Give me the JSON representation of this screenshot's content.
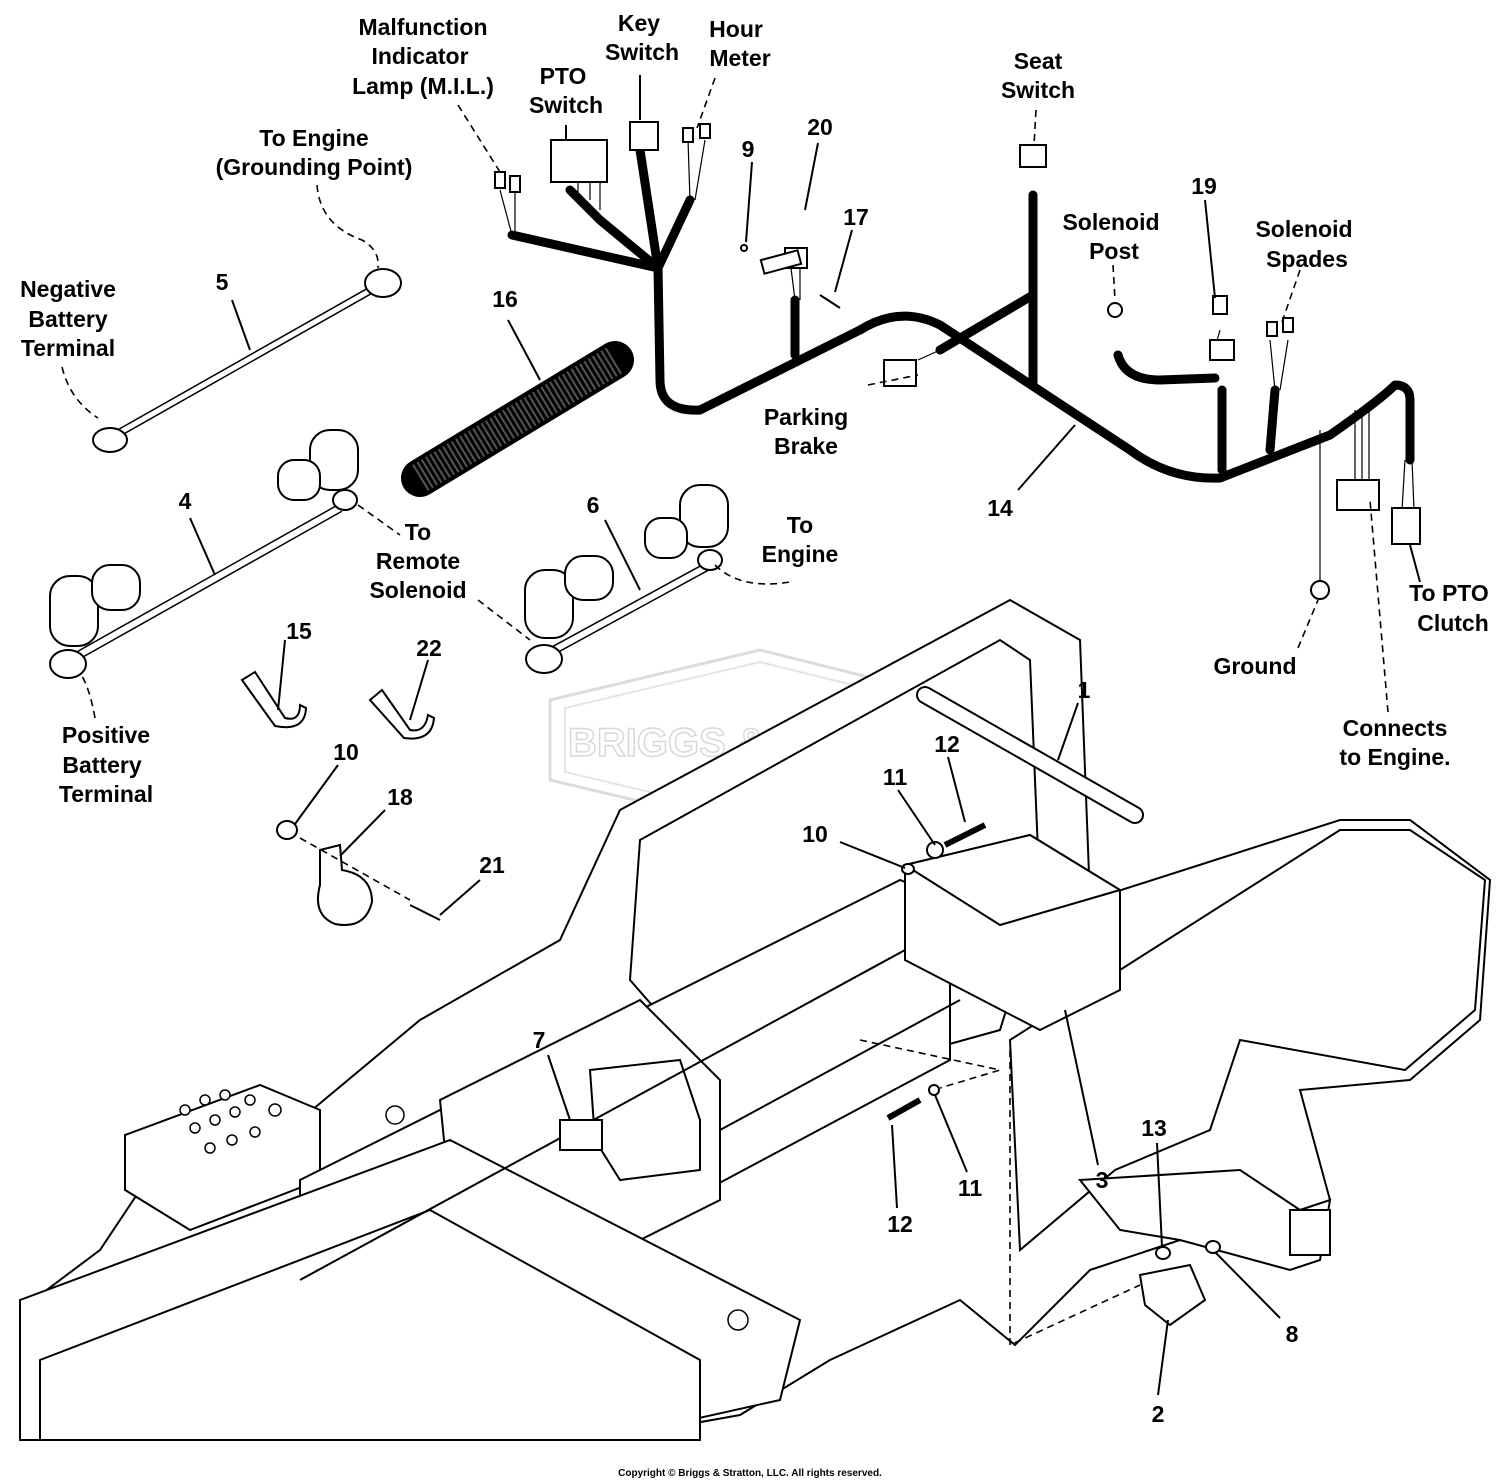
{
  "labels": {
    "mil_1": "Malfunction",
    "mil_2": "Indicator",
    "mil_3": "Lamp (M.I.L.)",
    "pto_switch_1": "PTO",
    "pto_switch_2": "Switch",
    "key_switch_1": "Key",
    "key_switch_2": "Switch",
    "hour_meter_1": "Hour",
    "hour_meter_2": "Meter",
    "seat_switch_1": "Seat",
    "seat_switch_2": "Switch",
    "to_engine_ground_1": "To Engine",
    "to_engine_ground_2": "(Grounding Point)",
    "neg_batt_1": "Negative",
    "neg_batt_2": "Battery",
    "neg_batt_3": "Terminal",
    "solenoid_post_1": "Solenoid",
    "solenoid_post_2": "Post",
    "solenoid_spades_1": "Solenoid",
    "solenoid_spades_2": "Spades",
    "to_remote_solenoid_1": "To",
    "to_remote_solenoid_2": "Remote",
    "to_remote_solenoid_3": "Solenoid",
    "to_engine_1": "To",
    "to_engine_2": "Engine",
    "parking_brake_1": "Parking",
    "parking_brake_2": "Brake",
    "to_pto_clutch_1": "To PTO",
    "to_pto_clutch_2": "Clutch",
    "ground": "Ground",
    "connects_engine_1": "Connects",
    "connects_engine_2": "to Engine.",
    "pos_batt_1": "Positive",
    "pos_batt_2": "Battery",
    "pos_batt_3": "Terminal"
  },
  "callouts": {
    "c1": "1",
    "c2": "2",
    "c3": "3",
    "c4": "4",
    "c5": "5",
    "c6": "6",
    "c7": "7",
    "c8": "8",
    "c9": "9",
    "c10a": "10",
    "c10b": "10",
    "c11a": "11",
    "c11b": "11",
    "c12a": "12",
    "c12b": "12",
    "c13": "13",
    "c14": "14",
    "c15": "15",
    "c16": "16",
    "c17": "17",
    "c18": "18",
    "c19": "19",
    "c20": "20",
    "c21": "21",
    "c22": "22"
  },
  "watermark": "BRIGGS & STRATTON",
  "copyright": "Copyright © Briggs & Stratton, LLC. All rights reserved."
}
